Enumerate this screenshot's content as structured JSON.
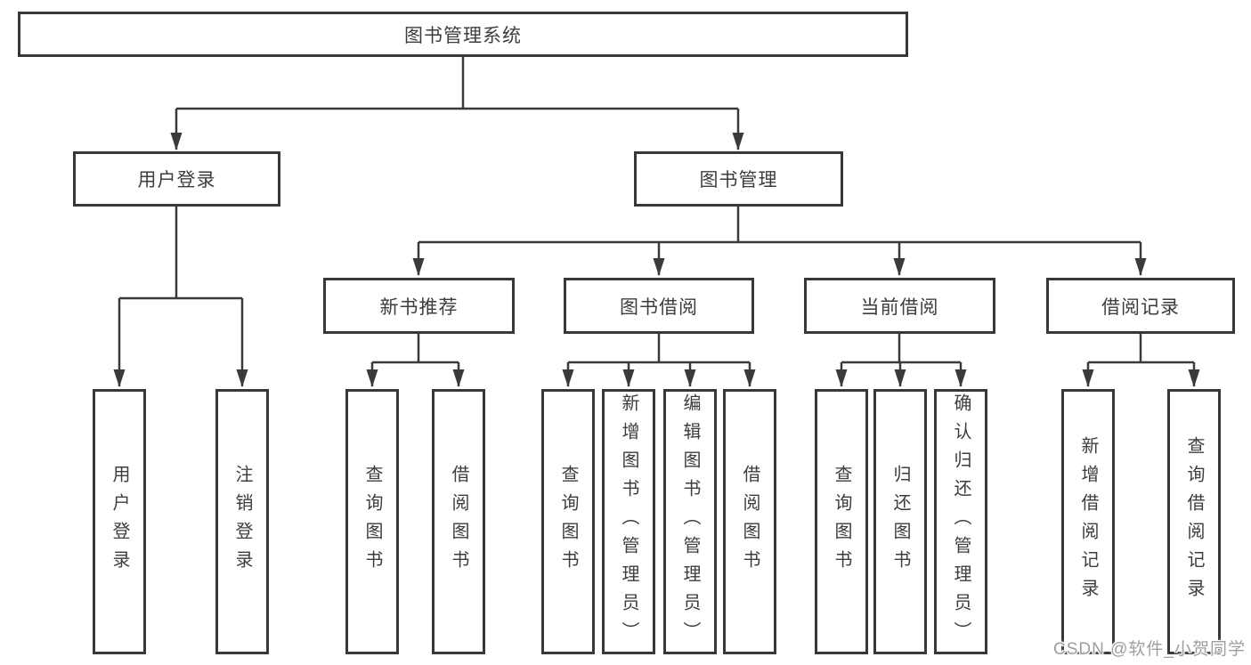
{
  "diagram": {
    "root": {
      "label": "图书管理系统"
    },
    "branches": [
      {
        "label": "用户登录",
        "children": [
          {
            "label": "用户登录"
          },
          {
            "label": "注销登录"
          }
        ]
      },
      {
        "label": "图书管理",
        "children": [
          {
            "label": "新书推荐",
            "children": [
              {
                "label": "查询图书"
              },
              {
                "label": "借阅图书"
              }
            ]
          },
          {
            "label": "图书借阅",
            "children": [
              {
                "label": "查询图书"
              },
              {
                "label": "新增图书（管理员）"
              },
              {
                "label": "编辑图书（管理员）"
              },
              {
                "label": "借阅图书"
              }
            ]
          },
          {
            "label": "当前借阅",
            "children": [
              {
                "label": "查询图书"
              },
              {
                "label": "归还图书"
              },
              {
                "label": "确认归还（管理员）"
              }
            ]
          },
          {
            "label": "借阅记录",
            "children": [
              {
                "label": "新增借阅记录"
              },
              {
                "label": "查询借阅记录"
              }
            ]
          }
        ]
      }
    ]
  },
  "watermark": {
    "text": "CSDN @软件_小贺同学"
  },
  "colors": {
    "line": "#3a3a3a",
    "box_border": "#383838",
    "text": "#3d3d3d",
    "background": "#ffffff",
    "watermark_text": "#9e9e9e"
  }
}
